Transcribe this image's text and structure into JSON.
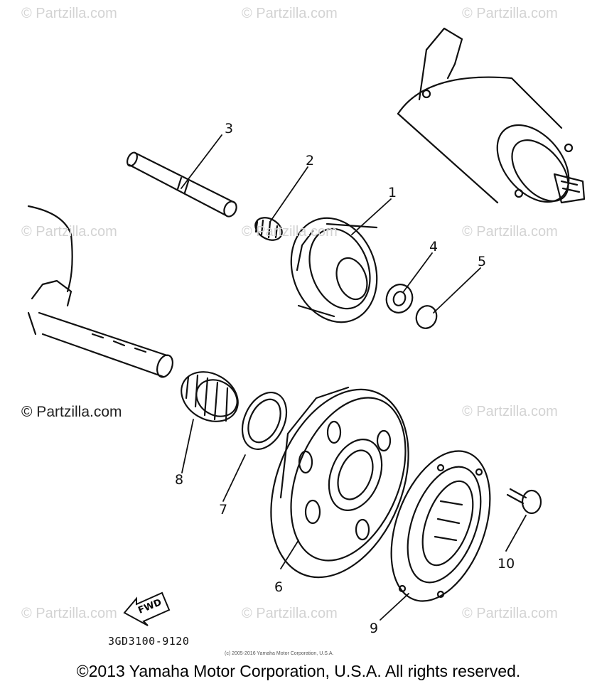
{
  "watermarks": [
    "© Partzilla.com",
    "© Partzilla.com",
    "© Partzilla.com",
    "© Partzilla.com",
    "© Partzilla.com",
    "© Partzilla.com",
    "© Partzilla.com",
    "© Partzilla.com",
    "© Partzilla.com",
    "© Partzilla.com",
    "© Partzilla.com"
  ],
  "callouts": {
    "c1": "1",
    "c2": "2",
    "c3": "3",
    "c4": "4",
    "c5": "5",
    "c6": "6",
    "c7": "7",
    "c8": "8",
    "c9": "9",
    "c10": "10"
  },
  "fwd_label": "FWD",
  "part_number": "3GD3100-9120",
  "tiny_copyright": "(c) 2005-2016 Yamaha Motor Corporation, U.S.A.",
  "copyright": "©2013 Yamaha Motor Corporation, U.S.A. All rights reserved."
}
